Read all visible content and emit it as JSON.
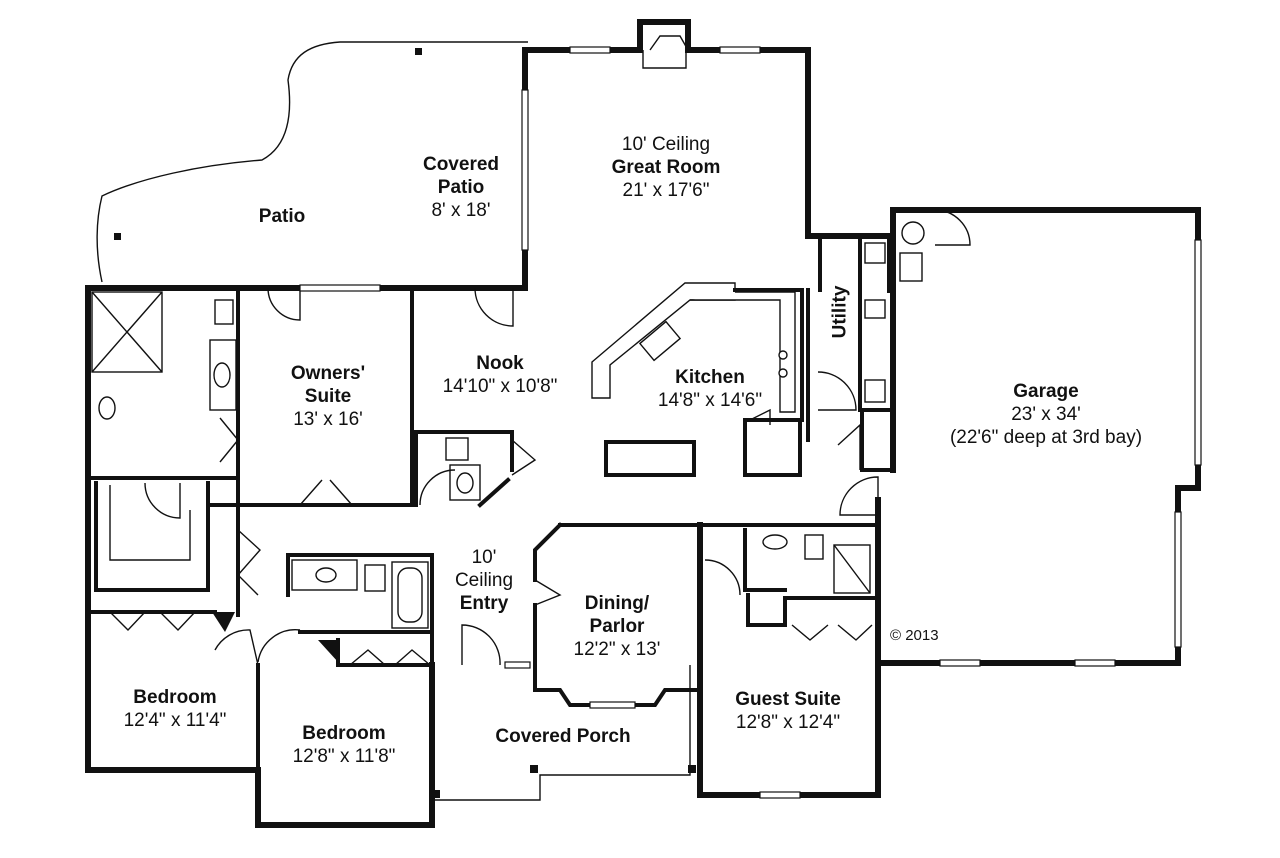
{
  "rooms": {
    "patio": {
      "name": "Patio"
    },
    "covered_patio": {
      "name": "Covered Patio",
      "dims": "8' x 18'"
    },
    "great_room": {
      "ceiling": "10' Ceiling",
      "name": "Great Room",
      "dims": "21' x 17'6\""
    },
    "nook": {
      "name": "Nook",
      "dims": "14'10\" x 10'8\""
    },
    "kitchen": {
      "name": "Kitchen",
      "dims": "14'8\" x 14'6\""
    },
    "utility": {
      "name": "Utility"
    },
    "garage": {
      "name": "Garage",
      "dims": "23' x 34'",
      "note": "(22'6\" deep at 3rd bay)"
    },
    "owners_suite": {
      "name_line1": "Owners'",
      "name_line2": "Suite",
      "dims": "13' x 16'"
    },
    "entry": {
      "ceiling_line1": "10'",
      "ceiling_line2": "Ceiling",
      "name": "Entry"
    },
    "dining": {
      "name_line1": "Dining/",
      "name_line2": "Parlor",
      "dims": "12'2\" x 13'"
    },
    "bedroom1": {
      "name": "Bedroom",
      "dims": "12'4\" x 11'4\""
    },
    "bedroom2": {
      "name": "Bedroom",
      "dims": "12'8\" x 11'8\""
    },
    "covered_porch": {
      "name": "Covered Porch"
    },
    "guest_suite": {
      "name": "Guest Suite",
      "dims": "12'8\" x 12'4\""
    }
  },
  "copyright": "© 2013"
}
